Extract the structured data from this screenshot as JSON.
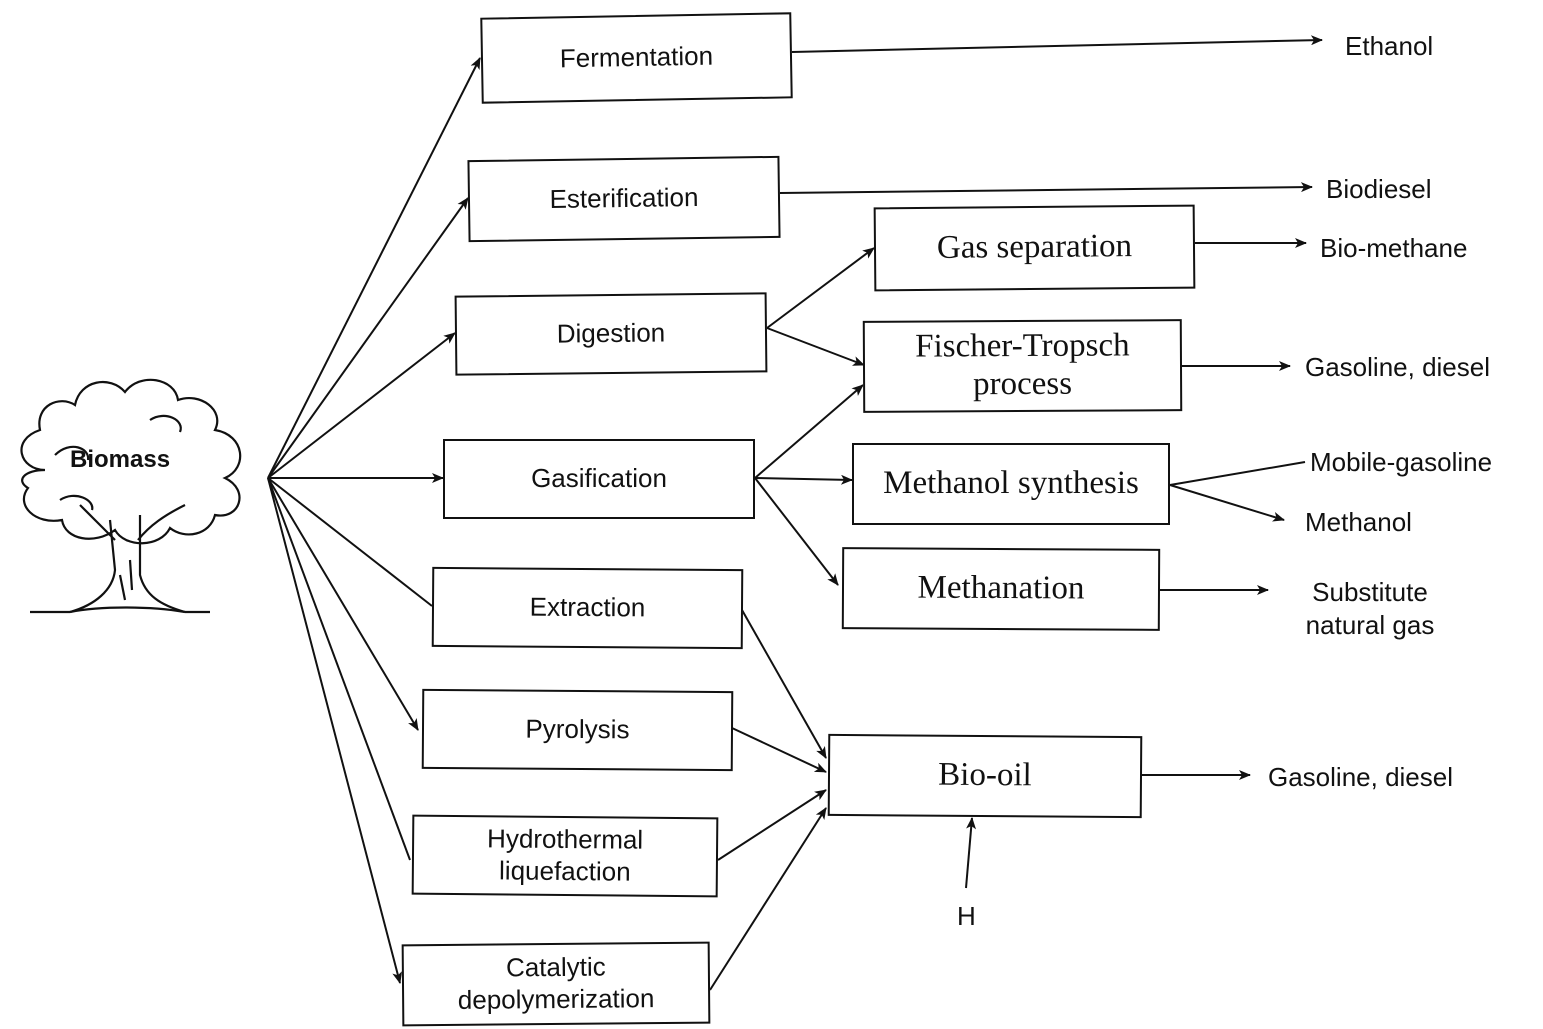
{
  "source": "Biomass",
  "processes": [
    "Fermentation",
    "Esterification",
    "Digestion",
    "Gasification",
    "Extraction",
    "Pyrolysis",
    "Hydrothermal\nliquefaction",
    "Catalytic\ndepolymerization"
  ],
  "secondary": {
    "gas_separation": "Gas separation",
    "fischer_tropsch": "Fischer-Tropsch\nprocess",
    "methanol_synthesis": "Methanol synthesis",
    "methanation": "Methanation",
    "bio_oil": "Bio-oil"
  },
  "products": {
    "ethanol": "Ethanol",
    "biodiesel": "Biodiesel",
    "bio_methane": "Bio-methane",
    "gasoline_diesel_ft": "Gasoline, diesel",
    "mobile_gasoline": "Mobile-gasoline",
    "methanol": "Methanol",
    "substitute_natural_gas": "Substitute\nnatural gas",
    "gasoline_diesel_biooil": "Gasoline, diesel"
  },
  "inputs": {
    "hydrogen": "H"
  }
}
